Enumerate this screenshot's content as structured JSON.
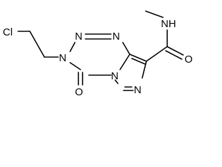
{
  "molecule": {
    "atoms": {
      "cl": "Cl",
      "n2": "N",
      "n1": "N",
      "n3": "N",
      "o_ring": "O",
      "n_fused": "N",
      "n_imid": "N",
      "nh": "NH",
      "o_amide": "O"
    }
  }
}
